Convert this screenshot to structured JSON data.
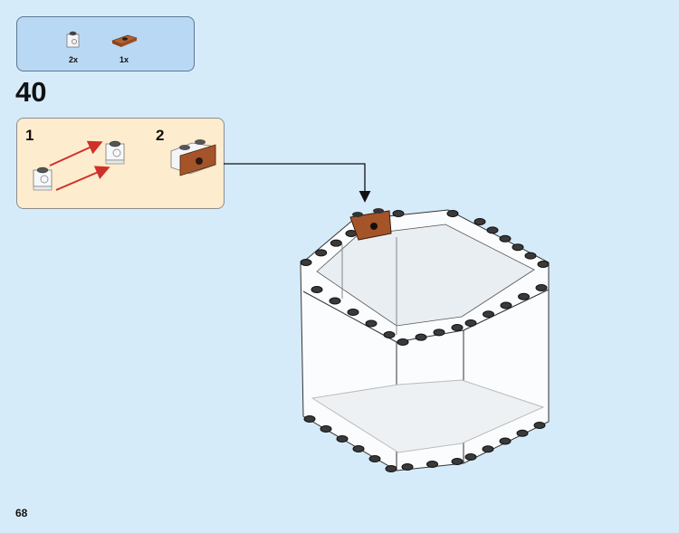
{
  "parts_list": [
    {
      "name": "transparent-bracket-brick",
      "qty": "2x"
    },
    {
      "name": "reddish-brown-jumper-plate",
      "qty": "1x"
    }
  ],
  "step_number": "40",
  "substeps": [
    {
      "number": "1"
    },
    {
      "number": "2"
    }
  ],
  "page_number": "68",
  "colors": {
    "background": "#d6ebfa",
    "parts_box": "#b9d8f3",
    "substep_box": "#fdeccd",
    "arrow": "#d0302a",
    "brown": "#a5542a"
  }
}
